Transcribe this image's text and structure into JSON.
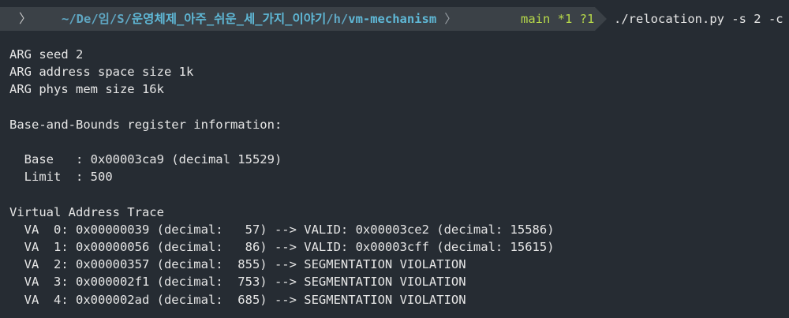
{
  "prompt": {
    "icon_glyph": "〉",
    "path_prefix": "~/De/임/S/",
    "path_highlight": "운영체제_아주_쉬운_세_가지_이야기",
    "path_mid": "/h/",
    "path_dir": "vm-mechanism",
    "path_chevron": "〉",
    "git_status": "main *1 ?1",
    "command": "./relocation.py -s 2 -c"
  },
  "output": {
    "lines": [
      "ARG seed 2",
      "ARG address space size 1k",
      "ARG phys mem size 16k",
      "",
      "Base-and-Bounds register information:",
      "",
      "  Base   : 0x00003ca9 (decimal 15529)",
      "  Limit  : 500",
      "",
      "Virtual Address Trace",
      "  VA  0: 0x00000039 (decimal:   57) --> VALID: 0x00003ce2 (decimal: 15586)",
      "  VA  1: 0x00000056 (decimal:   86) --> VALID: 0x00003cff (decimal: 15615)",
      "  VA  2: 0x00000357 (decimal:  855) --> SEGMENTATION VIOLATION",
      "  VA  3: 0x000002f1 (decimal:  753) --> SEGMENTATION VIOLATION",
      "  VA  4: 0x000002ad (decimal:  685) --> SEGMENTATION VIOLATION"
    ]
  }
}
